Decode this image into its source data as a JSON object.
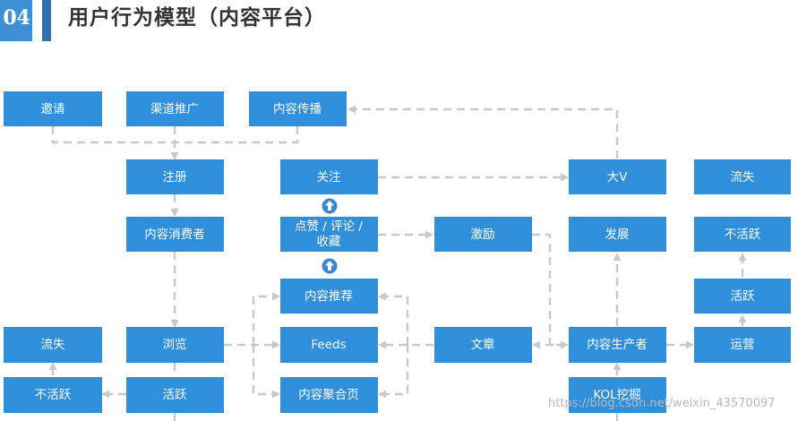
{
  "header": {
    "number": "04",
    "title": "用户行为模型（内容平台）"
  },
  "nodes": {
    "invite": "邀请",
    "channel": "渠道推广",
    "spread": "内容传播",
    "register": "注册",
    "follow": "关注",
    "bigv": "大V",
    "lost_right": "流失",
    "consumer": "内容消费者",
    "like_comment_line1": "点赞 / 评论 /",
    "like_comment_line2": "收藏",
    "incentive": "激励",
    "develop": "发展",
    "inactive_right": "不活跃",
    "recommend": "内容推荐",
    "active_right": "活跃",
    "lost_left": "流失",
    "browse": "浏览",
    "feeds": "Feeds",
    "article": "文章",
    "producer": "内容生产者",
    "operate": "运营",
    "inactive_left": "不活跃",
    "active_left": "活跃",
    "aggregate": "内容聚合页",
    "kol": "KOL挖掘"
  },
  "icons": {
    "up_arrow_1": "up-arrow-circle-icon",
    "up_arrow_2": "up-arrow-circle-icon"
  },
  "colors": {
    "node": "#2f8fda",
    "edge": "#c8c8c8",
    "header_badge": "#3d8fd6",
    "header_bar": "#2f6fb3"
  },
  "watermark": "https://blog.csdn.net/weixin_43570097"
}
